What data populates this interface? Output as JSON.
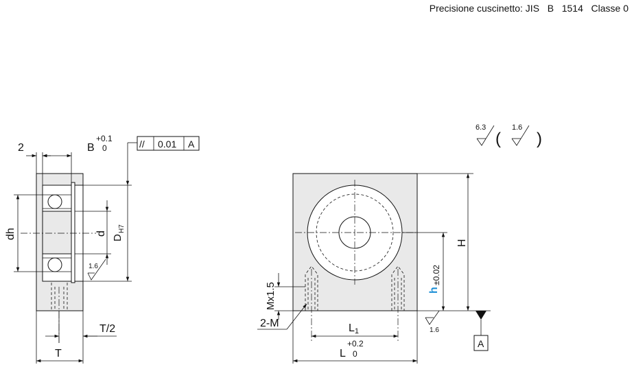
{
  "header": {
    "precision_note": "Precisione cuscinetto: JIS   B   1514   Classe 0"
  },
  "roughness": {
    "general_value": "6.3",
    "paren_value": "1.6",
    "bore_value": "1.6",
    "base_value": "1.6"
  },
  "tolerance_frame": {
    "symbol": "//",
    "value": "0.01",
    "datum": "A"
  },
  "side_view": {
    "dim_2": "2",
    "dim_B": "B",
    "dim_B_upper": "+0.1",
    "dim_B_lower": "0",
    "dim_dh": "dh",
    "dim_d": "d",
    "dim_D": "D",
    "dim_D_tol": "H7",
    "dim_T2": "T/2",
    "dim_T": "T"
  },
  "front_view": {
    "dim_H": "H",
    "dim_h": "h",
    "dim_h_tol": "±0.02",
    "dim_Mx15": "Mx1.5",
    "dim_2M": "2-M",
    "dim_L1": "L",
    "dim_L1_sub": "1",
    "dim_L": "L",
    "dim_L_upper": "+0.2",
    "dim_L_lower": "0",
    "datum_label": "A"
  },
  "colors": {
    "body": "#e9e9e9",
    "line": "#111111",
    "accent_h": "#1e90d6"
  }
}
